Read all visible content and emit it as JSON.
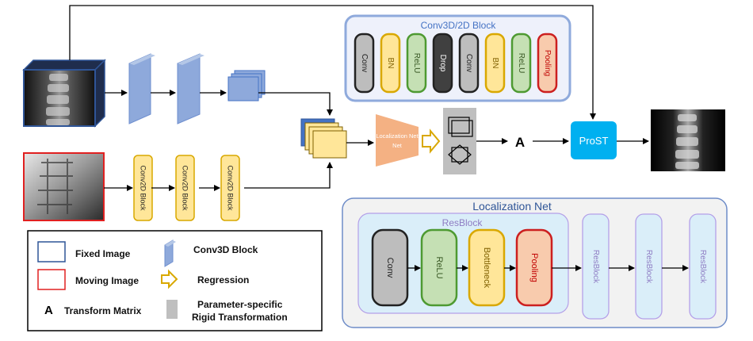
{
  "conv_block": {
    "title": "Conv3D/2D Block",
    "layers": [
      {
        "label": "Conv",
        "fill": "#bdbdbd",
        "stroke": "#222222",
        "text": "#222222"
      },
      {
        "label": "BN",
        "fill": "#ffe699",
        "stroke": "#d9a800",
        "text": "#7f6000"
      },
      {
        "label": "ReLU",
        "fill": "#c5e0b4",
        "stroke": "#4e9a32",
        "text": "#385723"
      },
      {
        "label": "Drop",
        "fill": "#404040",
        "stroke": "#222222",
        "text": "#ffffff"
      },
      {
        "label": "Conv",
        "fill": "#bdbdbd",
        "stroke": "#222222",
        "text": "#222222"
      },
      {
        "label": "BN",
        "fill": "#ffe699",
        "stroke": "#d9a800",
        "text": "#7f6000"
      },
      {
        "label": "ReLU",
        "fill": "#c5e0b4",
        "stroke": "#4e9a32",
        "text": "#385723"
      },
      {
        "label": "Pooling",
        "fill": "#f8cbad",
        "stroke": "#cc1f1f",
        "text": "#c00000"
      }
    ]
  },
  "conv2d_blocks": [
    "Conv2D Block",
    "Conv2D Block",
    "Conv2D Block"
  ],
  "localization_small": "Localization Net",
  "transform_symbol": "A",
  "prost_label": "ProST",
  "localization_net": {
    "title": "Localization Net",
    "resblock_title": "ResBlock",
    "inner_layers": [
      {
        "label": "Conv",
        "fill": "#bdbdbd",
        "stroke": "#222222",
        "text": "#222222"
      },
      {
        "label": "ReLU",
        "fill": "#c5e0b4",
        "stroke": "#4e9a32",
        "text": "#385723"
      },
      {
        "label": "Bottleneck",
        "fill": "#ffe699",
        "stroke": "#d9a800",
        "text": "#7f6000"
      },
      {
        "label": "Pooling",
        "fill": "#f8cbad",
        "stroke": "#cc1f1f",
        "text": "#c00000"
      }
    ],
    "resblocks": [
      "ResBlock",
      "ResBlock",
      "ResBlock"
    ]
  },
  "legend": {
    "fixed": "Fixed Image",
    "moving": "Moving Image",
    "transform_symbol": "A",
    "transform": "Transform Matrix",
    "conv3d": "Conv3D Block",
    "regression": "Regression",
    "param_line1": "Parameter-specific",
    "param_line2": "Rigid Transformation"
  },
  "colors": {
    "fixed_border": "#2f5597",
    "moving_border": "#e02020",
    "conv_block_border": "#8faadc",
    "loc_border": "#6e8cc8",
    "resblock_fill": "#e7ddfb",
    "resblock_border": "#b4a0e8",
    "resblock_outer_fill": "#daeef9",
    "prost_fill": "#00b0f0",
    "conv3d_fill": "#8ea9db",
    "yellow_fill": "#ffe699",
    "loc_small_fill": "#f4b183"
  }
}
